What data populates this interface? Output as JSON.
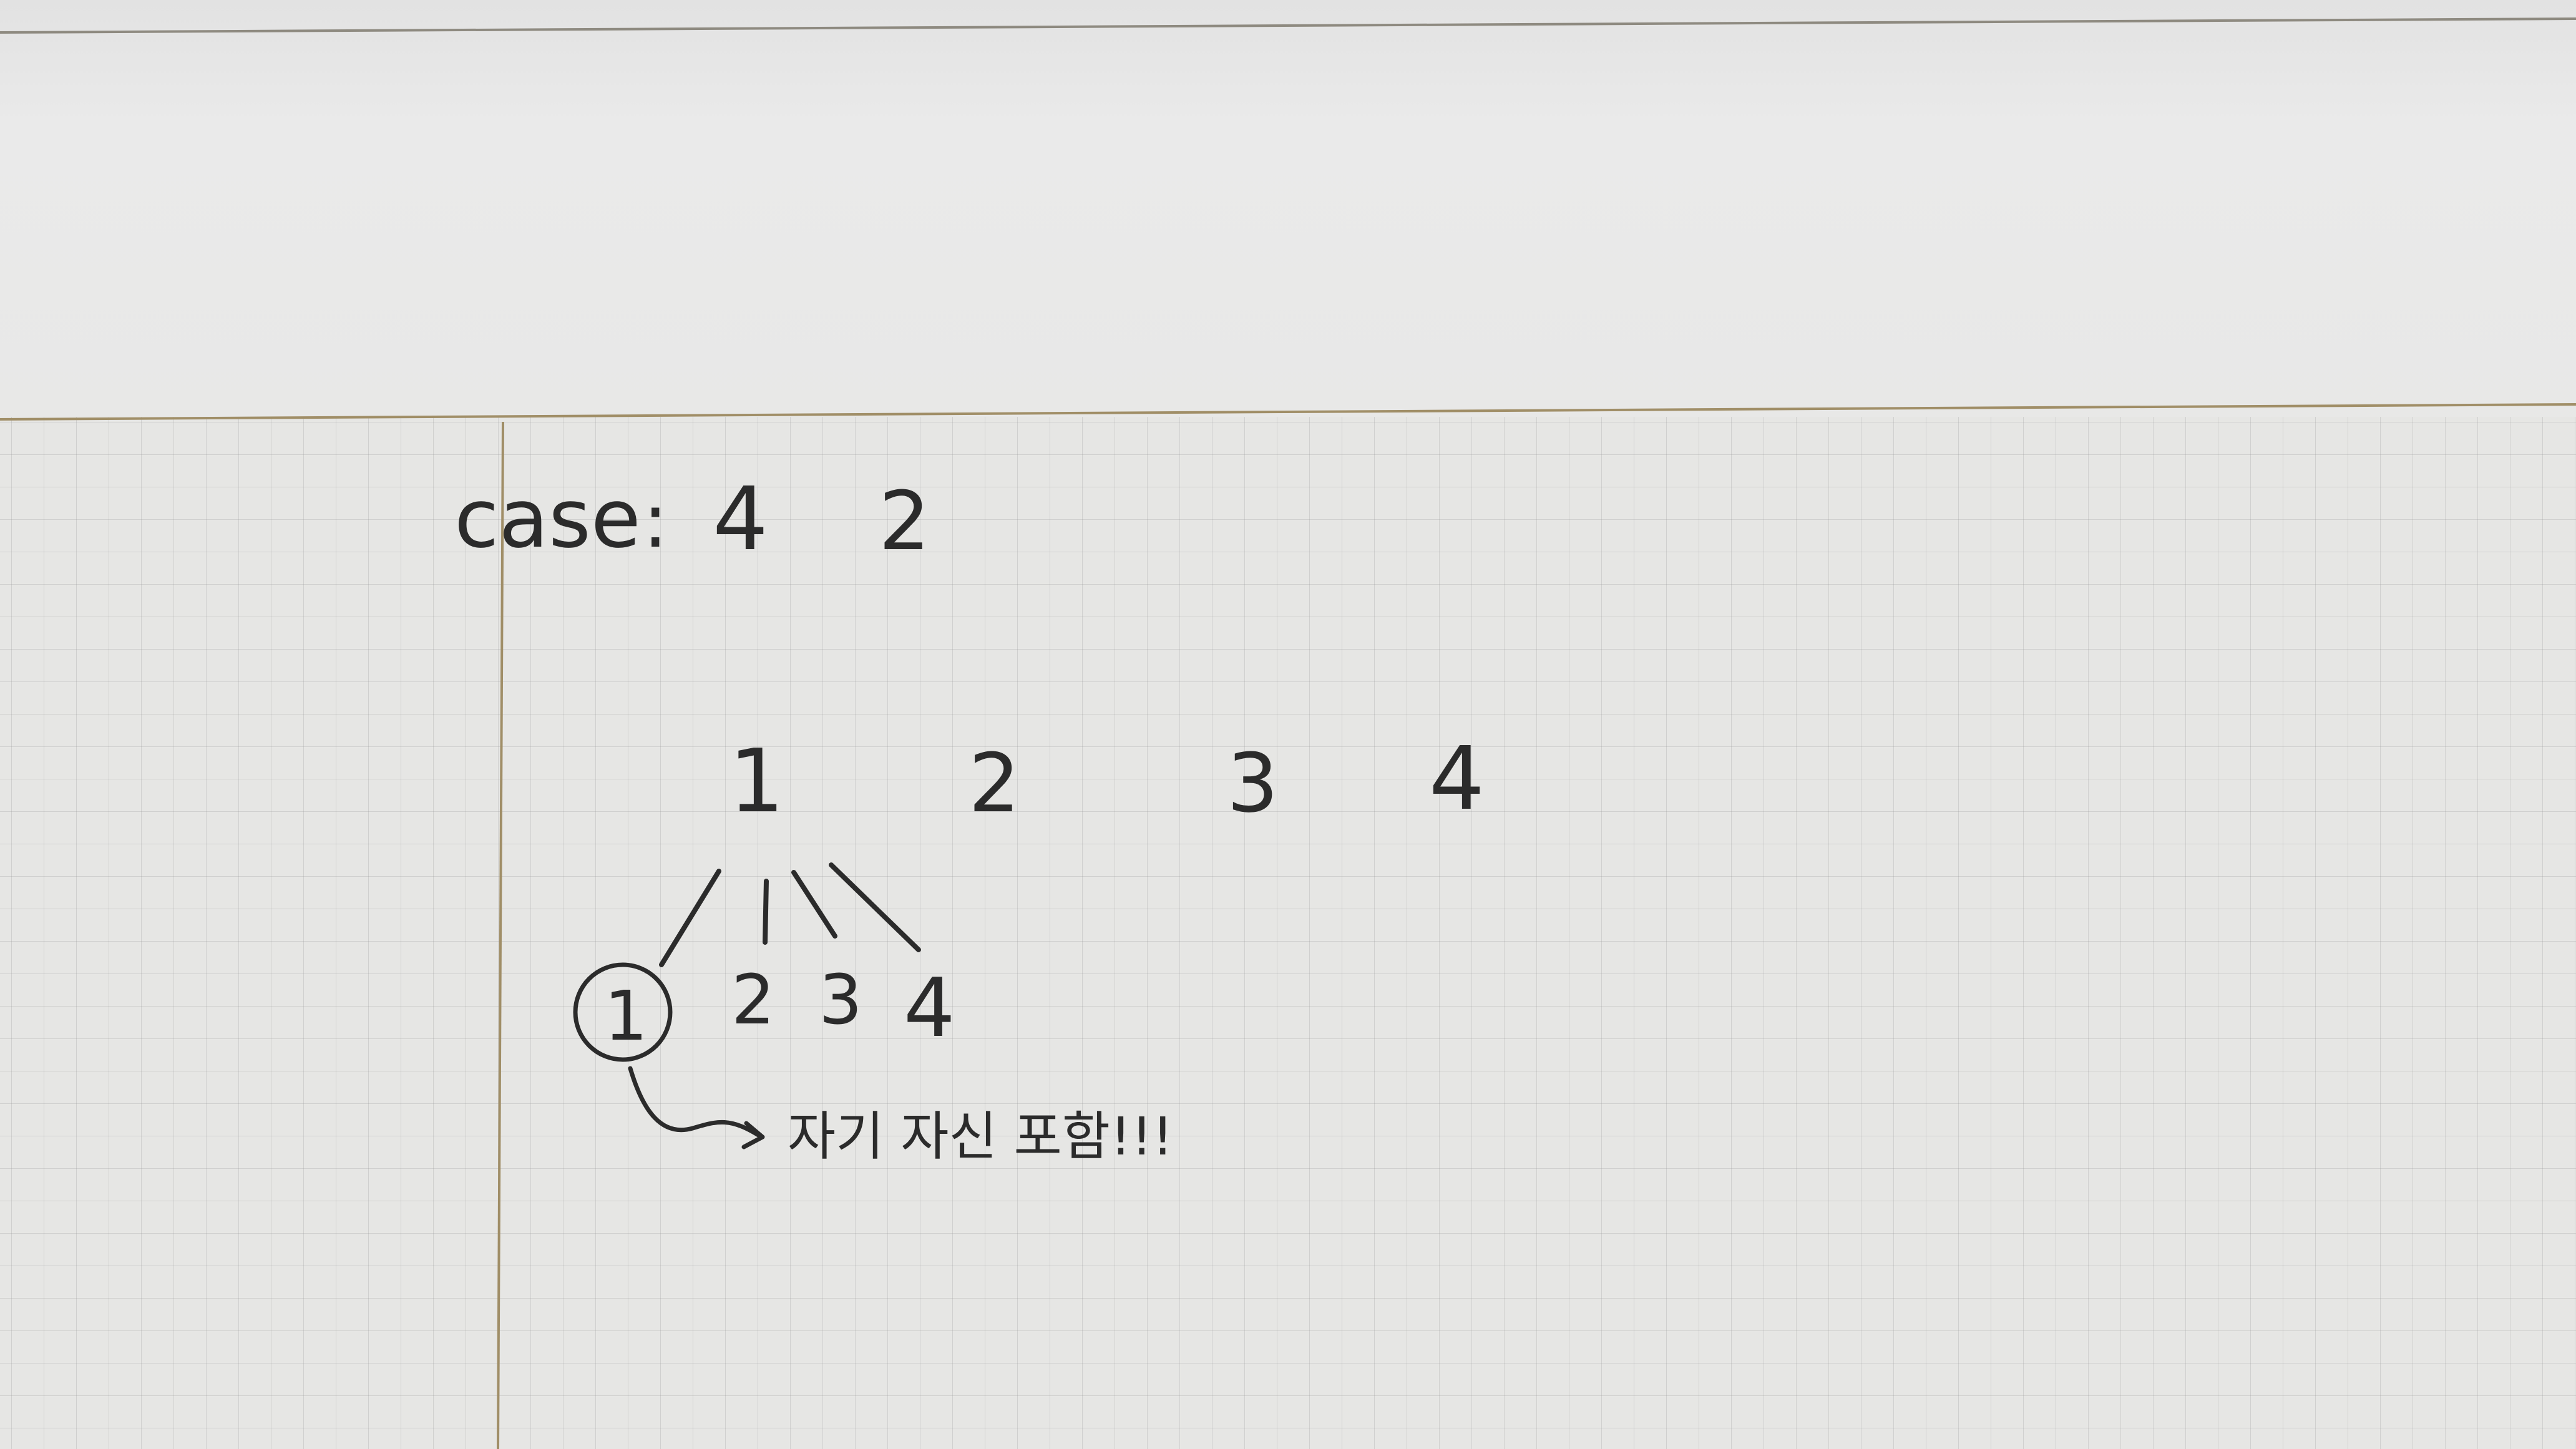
{
  "photo": {
    "subject": "handwritten notes on grid paper"
  },
  "notes": {
    "case_label": "case",
    "case_separator": ":",
    "case_value_1": "4",
    "case_value_2": "2",
    "top_row": [
      "1",
      "2",
      "3",
      "4"
    ],
    "branch_row": [
      "1",
      "2",
      "3",
      "4"
    ],
    "annotation": "자기 자신 포함!!!"
  },
  "colors": {
    "paper": "#e7e7e7",
    "grid_line": "#b4b4b4",
    "margin_line": "#a08e67",
    "ink": "#2b2b2b"
  }
}
